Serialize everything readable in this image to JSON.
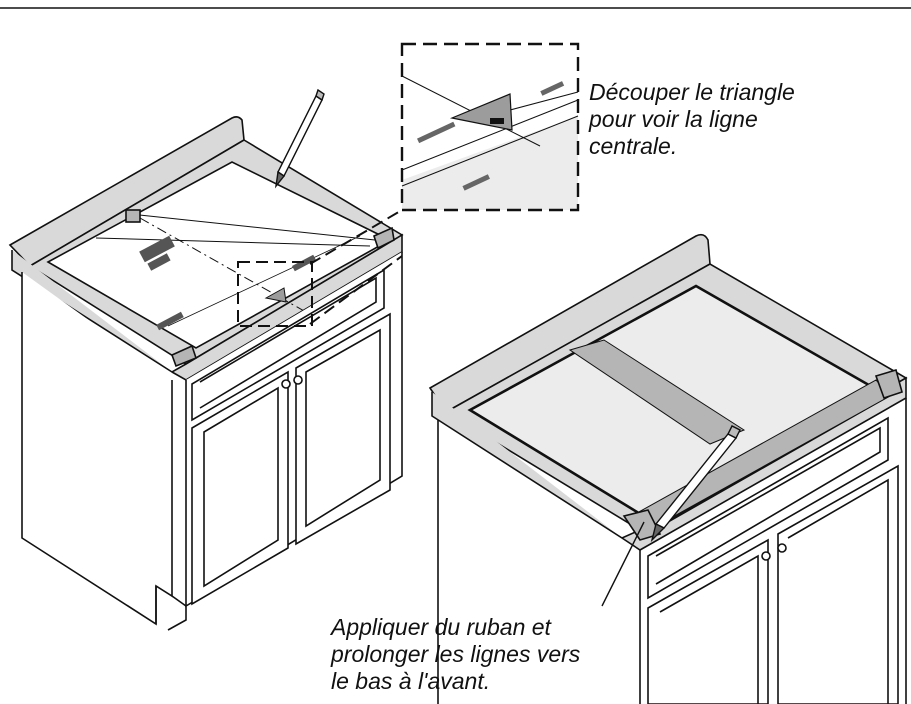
{
  "callouts": {
    "triangle": {
      "lines": [
        "Découper le triangle",
        "pour voir la ligne",
        "centrale."
      ]
    },
    "tape": {
      "lines": [
        "Appliquer du ruban et",
        "prolonger les lignes vers",
        "le bas à l'avant."
      ]
    }
  },
  "colors": {
    "line": "#111111",
    "counter_fill": "#d9d9d9",
    "template_fill": "#ffffff",
    "cutout_fill": "#ececec",
    "tape_fill": "#b5b5b5",
    "triangle_fill": "#9c9c9c"
  },
  "icons": [
    "pencil-icon",
    "pencil-icon"
  ]
}
